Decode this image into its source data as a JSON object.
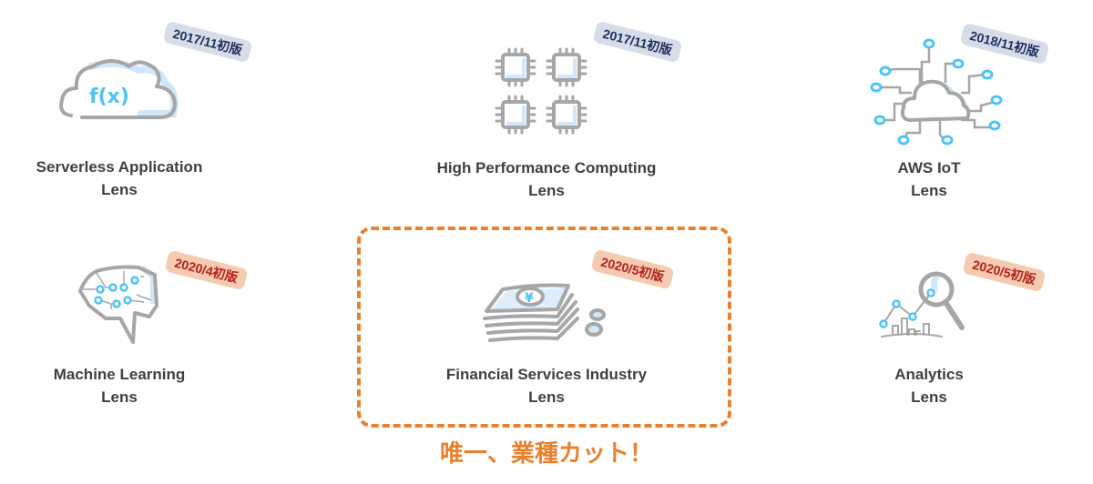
{
  "lenses": [
    {
      "id": "serverless",
      "title_line1": "Serverless Application",
      "title_line2": "Lens",
      "icon": "serverless-cloud-function-icon",
      "badge": "2017/11初版",
      "badge_style": "blue"
    },
    {
      "id": "hpc",
      "title_line1": "High Performance Computing",
      "title_line2": "Lens",
      "icon": "cpu-chips-icon",
      "badge": "2017/11初版",
      "badge_style": "blue"
    },
    {
      "id": "iot",
      "title_line1": "AWS IoT",
      "title_line2": "Lens",
      "icon": "iot-cloud-network-icon",
      "badge": "2018/11初版",
      "badge_style": "blue"
    },
    {
      "id": "ml",
      "title_line1": "Machine Learning",
      "title_line2": "Lens",
      "icon": "brain-circuit-icon",
      "badge": "2020/4初版",
      "badge_style": "orange"
    },
    {
      "id": "fsi",
      "title_line1": "Financial Services Industry",
      "title_line2": "Lens",
      "icon": "money-stack-yen-icon",
      "badge": "2020/5初版",
      "badge_style": "orange",
      "highlighted": true
    },
    {
      "id": "analytics",
      "title_line1": "Analytics",
      "title_line2": "Lens",
      "icon": "analytics-magnifier-icon",
      "badge": "2020/5初版",
      "badge_style": "orange"
    }
  ],
  "callout": "唯一、業種カット！",
  "colors": {
    "title_text": "#404040",
    "blue_badge_bg": "#d6dce8",
    "blue_badge_text": "#1f2d5c",
    "orange_badge_bg": "#f4cbb1",
    "orange_badge_text": "#b4201c",
    "highlight_orange": "#e8812f",
    "icon_gray": "#a6a6a6",
    "icon_blue": "#4fc3f7",
    "icon_light_blue": "#cfe6fb"
  }
}
